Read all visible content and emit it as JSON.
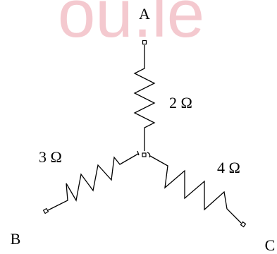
{
  "watermark": {
    "text": "ou.le",
    "color": "#f4c9cf"
  },
  "nodes": {
    "a": "A",
    "b": "B",
    "c": "C"
  },
  "resistors": {
    "r_a": "2 Ω",
    "r_b": "3 Ω",
    "r_c": "4 Ω"
  },
  "colors": {
    "stroke": "#000000",
    "background": "#ffffff"
  }
}
